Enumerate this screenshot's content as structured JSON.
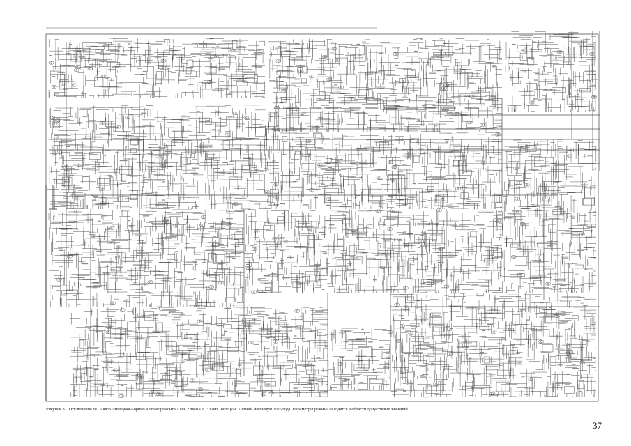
{
  "document": {
    "caption": "Рисунок 37. Отключение ВЛ 500кВ Липецкая-Борино в схеме ремонта 1 сек 220кВ ПС 330кВ Липецкая. Летний максимум 2025 года. Параметры режима находятся в области допустимых значений",
    "page_number": "37"
  },
  "diagram": {
    "type": "power-network-schematic",
    "line_color": "#555555",
    "background": "#ffffff"
  }
}
